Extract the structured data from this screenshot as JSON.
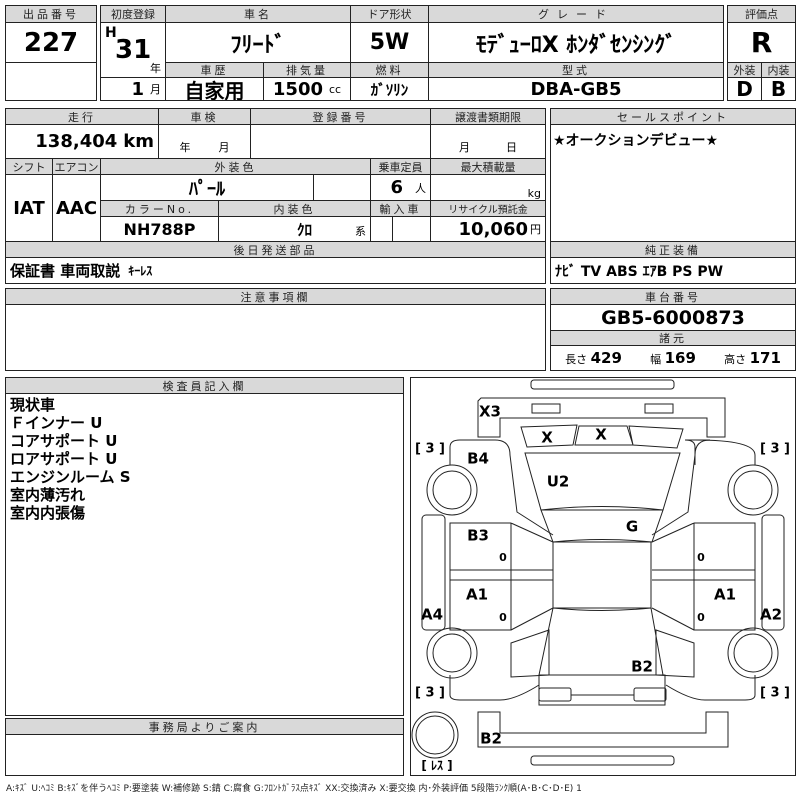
{
  "lot": {
    "label": "出品番号",
    "value": "227"
  },
  "first_reg": {
    "label": "初度登録",
    "era": "H",
    "year": "31",
    "year_unit": "年",
    "month": "1",
    "month_unit": "月"
  },
  "car_name": {
    "label": "車名",
    "value": "ﾌﾘｰﾄﾞ"
  },
  "door": {
    "label": "ドア形状",
    "value": "5W"
  },
  "grade": {
    "label": "グレード",
    "value": "ﾓﾃﾞｭｰﾛX ﾎﾝﾀﾞｾﾝｼﾝｸﾞ"
  },
  "history": {
    "label": "車歴",
    "value": "自家用"
  },
  "displacement": {
    "label": "排気量",
    "value": "1500",
    "unit": "cc"
  },
  "fuel": {
    "label": "燃料",
    "value": "ｶﾞｿﾘﾝ"
  },
  "model": {
    "label": "型式",
    "value": "DBA-GB5"
  },
  "score": {
    "label": "評価点",
    "value": "R",
    "ext_label": "外装",
    "int_label": "内装",
    "ext": "D",
    "int": "B"
  },
  "mileage": {
    "label": "走行",
    "value": "138,404",
    "unit": "km"
  },
  "inspection": {
    "label": "車検",
    "year_unit": "年",
    "month_unit": "月"
  },
  "reg_no": {
    "label": "登録番号"
  },
  "transfer": {
    "label": "譲渡書類期限",
    "month_unit": "月",
    "day_unit": "日"
  },
  "shift": {
    "label": "シフト",
    "value": "IAT"
  },
  "aircon": {
    "label": "エアコン",
    "value": "AAC"
  },
  "ext_color": {
    "label": "外装色",
    "value": "ﾊﾟｰﾙ"
  },
  "capacity": {
    "label": "乗車定員",
    "value": "6",
    "unit": "人"
  },
  "max_load": {
    "label": "最大積載量",
    "unit": "kg"
  },
  "color_no": {
    "label": "カラーNo.",
    "value": "NH788P"
  },
  "int_color": {
    "label": "内装色",
    "value": "ｸﾛ",
    "unit": "系"
  },
  "import": {
    "label": "輸入車"
  },
  "recycle": {
    "label": "リサイクル預託金",
    "value": "10,060",
    "unit": "円"
  },
  "later_parts": {
    "label": "後日発送部品",
    "value": "保証書 車両取説",
    "extra": "ｷｰﾚｽ"
  },
  "sales_point": {
    "label": "セールスポイント",
    "value": "★オークションデビュー★"
  },
  "equipment": {
    "label": "純正装備",
    "value": "ﾅﾋﾞ TV ABS ｴｱB PS PW"
  },
  "notes_box": {
    "label": "注意事項欄"
  },
  "chassis": {
    "label": "車台番号",
    "value": "GB5-6000873",
    "spec_label": "諸元",
    "length_label": "長さ",
    "length": "429",
    "width_label": "幅",
    "width": "169",
    "height_label": "高さ",
    "height": "171"
  },
  "inspector": {
    "label": "検査員記入欄",
    "lines": [
      "現状車",
      "Ｆインナー U",
      "コアサポート U",
      "ロアサポート U",
      "エンジンルーム S",
      "室内薄汚れ",
      "室内内張傷"
    ]
  },
  "office": {
    "label": "事務局よりご案内"
  },
  "diagram": {
    "marks": [
      "X3",
      "X",
      "X",
      "[ 3 ]",
      "[ 3 ]",
      "[ 3 ]",
      "[ 3 ]",
      "B4",
      "U2",
      "G",
      "B3",
      "A1",
      "A1",
      "A4",
      "A2",
      "B2",
      "B2",
      "[ ﾚｽ ]",
      "0",
      "0",
      "0",
      "0"
    ]
  },
  "legend": "A:ｷｽﾞ U:ﾍｺﾐ B:ｷｽﾞを伴うﾍｺﾐ P:要塗装 W:補修跡 S:錆 C:腐食 G:ﾌﾛﾝﾄｶﾞﾗｽ点ｷｽﾞ XX:交換済み X:要交換 内･外装評価 5段階ﾗﾝｸ順(A･B･C･D･E) 1"
}
